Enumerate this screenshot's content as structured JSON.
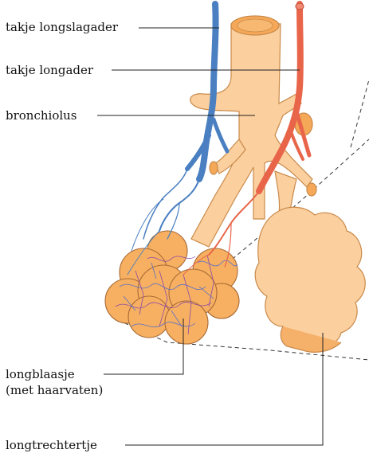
{
  "labels": {
    "branch_artery": "takje longslagader",
    "branch_vein": "takje longader",
    "bronchiole": "bronchiolus",
    "alveolus_line1": "longblaasje",
    "alveolus_line2": "(met haarvaten)",
    "alveolar_sac": "longtrechtertje"
  },
  "colors": {
    "artery": "#4a7fc1",
    "vein": "#e8654a",
    "tissue": "#fbcf9e",
    "tissue_dark": "#f5b06a",
    "tissue_outline": "#c98a4a",
    "leader_line": "#222222",
    "capillary_blue": "#5a6fc8",
    "capillary_purple": "#8a4aa8"
  }
}
